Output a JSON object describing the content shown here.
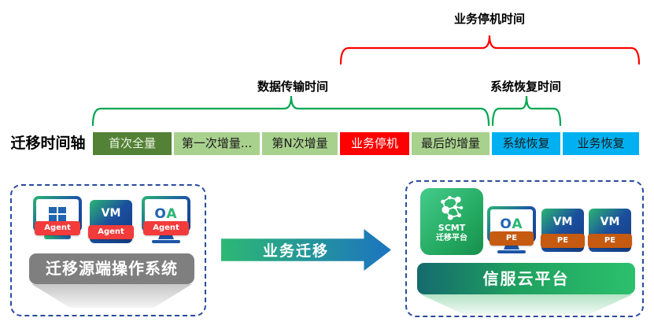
{
  "braces": {
    "downtime": {
      "label": "业务停机时间",
      "color": "#ff0000"
    },
    "transfer": {
      "label": "数据传输时间",
      "color": "#00a651"
    },
    "recovery": {
      "label": "系统恢复时间",
      "color": "#00a651"
    }
  },
  "timeline": {
    "axis_label": "迁移时间轴",
    "blocks": [
      {
        "label": "首次全量",
        "bg": "#538135",
        "fg": "#ffffff"
      },
      {
        "label": "第一次增量...",
        "bg": "#a9d18e",
        "fg": "#1a1a1a"
      },
      {
        "label": "第N次增量",
        "bg": "#a9d18e",
        "fg": "#1a1a1a"
      },
      {
        "label": "业务停机",
        "bg": "#ff0000",
        "fg": "#ffffff"
      },
      {
        "label": "最后的增量",
        "bg": "#a9d18e",
        "fg": "#1a1a1a"
      },
      {
        "label": "系统恢复",
        "bg": "#00b0f0",
        "fg": "#1a1a1a"
      },
      {
        "label": "业务恢复",
        "bg": "#00b0f0",
        "fg": "#1a1a1a"
      }
    ]
  },
  "source_box": {
    "title": "迁移源端操作系统",
    "agents": [
      {
        "type": "windows-monitor",
        "label": "",
        "badge": "Agent"
      },
      {
        "type": "vm-cube",
        "label": "VM",
        "badge": "Agent"
      },
      {
        "type": "oa-monitor",
        "label": "OA",
        "badge": "Agent"
      }
    ]
  },
  "migration_arrow": {
    "label": "业务迁移"
  },
  "target_box": {
    "title": "信服云平台",
    "scmt": {
      "name": "SCMT",
      "subtitle": "迁移平台"
    },
    "instances": [
      {
        "type": "oa-monitor",
        "label": "OA",
        "badge": "PE"
      },
      {
        "type": "vm-cube",
        "label": "VM",
        "badge": "PE"
      },
      {
        "type": "vm-cube",
        "label": "VM",
        "badge": "PE"
      }
    ]
  },
  "colors": {
    "timeline_dark_green": "#538135",
    "timeline_light_green": "#a9d18e",
    "timeline_red": "#ff0000",
    "timeline_blue": "#00b0f0",
    "brace_green": "#00a651",
    "brace_red": "#ff0000",
    "agent_badge_red": "#f23b3b",
    "pe_badge_orange": "#c65a11",
    "dashed_border_blue": "#2b4a9e",
    "arrow_gradient": [
      "#2db873",
      "#1c74c0"
    ],
    "target_bar_gradient": [
      "#156a6e",
      "#2cc06d"
    ],
    "source_bar_gray": "#7f7f7f"
  }
}
